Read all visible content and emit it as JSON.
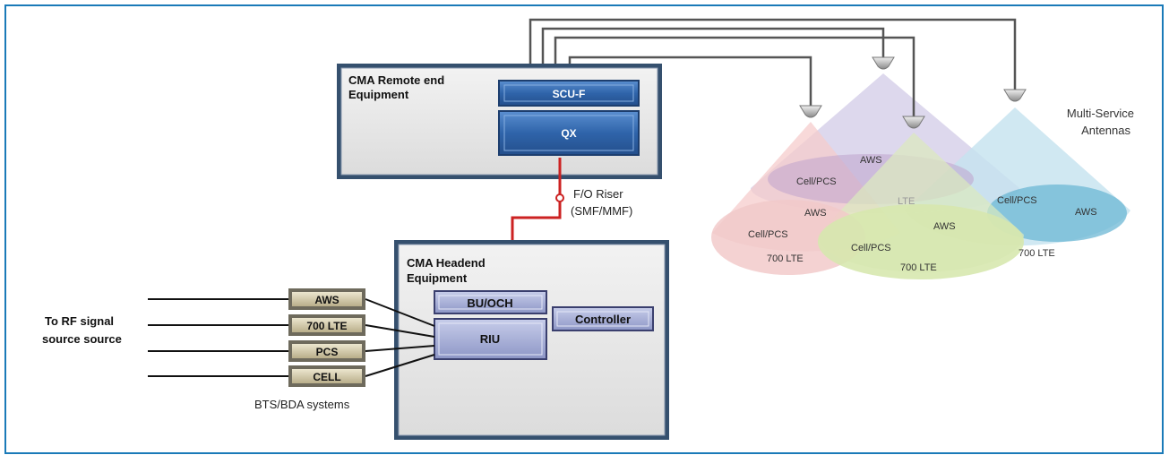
{
  "remote": {
    "title_line1": "CMA Remote end",
    "title_line2": "Equipment",
    "scu_label": "SCU-F",
    "qx_label": "QX"
  },
  "riser": {
    "line1": "F/O Riser",
    "line2": "(SMF/MMF)"
  },
  "headend": {
    "title_line1": "CMA Headend",
    "title_line2": "Equipment",
    "bu_label": "BU/OCH",
    "riu_label": "RIU",
    "controller_label": "Controller"
  },
  "sources": {
    "label_line1": "To RF signal",
    "label_line2": "source source",
    "bts_caption": "BTS/BDA systems",
    "items": [
      "AWS",
      "700 LTE",
      "PCS",
      "CELL"
    ]
  },
  "antennas": {
    "caption_line1": "Multi-Service",
    "caption_line2": "Antennas",
    "cone1": {
      "aws": "AWS",
      "cell": "Cell/PCS",
      "lte": "700 LTE"
    },
    "cone2": {
      "aws": "AWS",
      "lte": "LTE",
      "cell": "Cell/PCS"
    },
    "cone3": {
      "aws": "AWS",
      "cell": "Cell/PCS",
      "lte": "700 LTE"
    },
    "cone4": {
      "cell": "Cell/PCS",
      "aws": "AWS",
      "lte": "700 LTE"
    }
  },
  "colors": {
    "frame_border": "#1a7ab8",
    "box_fill": "#e6e6e6",
    "box_border": "#35506e",
    "module_fill": "#3a6fb0",
    "module_light": "#a8b0d8",
    "source_fill": "#d8cfb0",
    "riser": "#cc2222",
    "cone_pink": "#f4c8c8",
    "cone_purple": "#cdc6e4",
    "cone_green": "#d8e8b8",
    "cone_blue": "#bfe0ee"
  }
}
